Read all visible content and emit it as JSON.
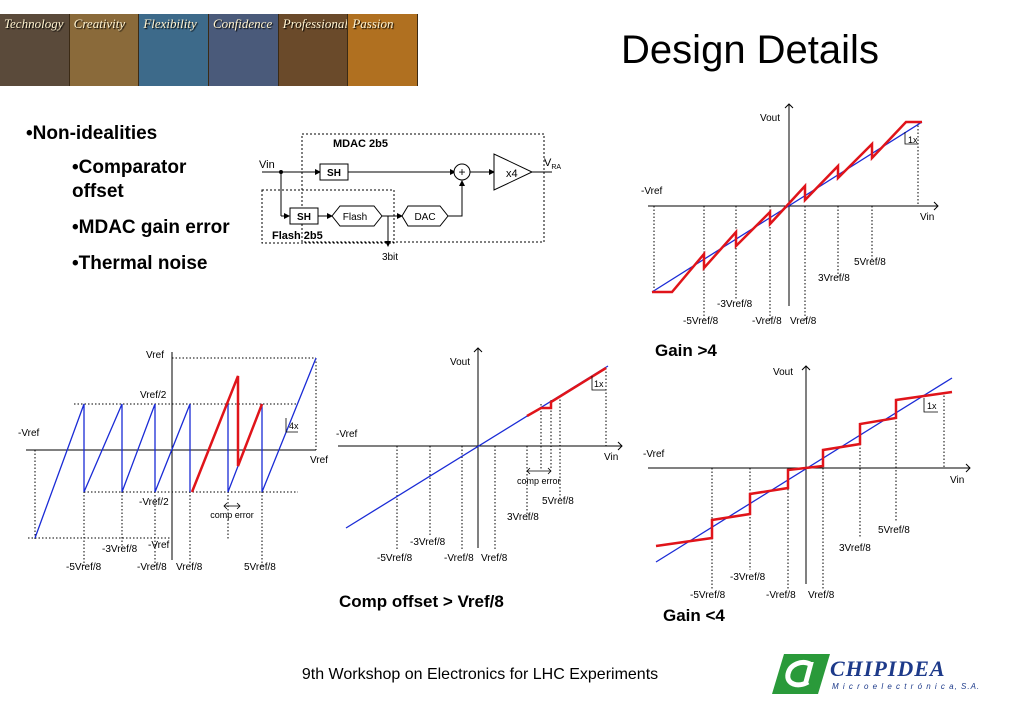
{
  "banner": {
    "panels": [
      {
        "label": "Technology",
        "color": "#5a4a3a"
      },
      {
        "label": "Creativity",
        "color": "#8a6a3a"
      },
      {
        "label": "Flexibility",
        "color": "#3d6a8a"
      },
      {
        "label": "Confidence",
        "color": "#4a5a7a"
      },
      {
        "label": "Professional",
        "color": "#6a4a2a"
      },
      {
        "label": "Passion",
        "color": "#b07020"
      }
    ]
  },
  "slide": {
    "title": "Design Details",
    "footer": "9th Workshop on Electronics for LHC Experiments"
  },
  "bullets": {
    "main": "•Non-idealities",
    "sub": [
      "•Comparator offset",
      "•MDAC gain error",
      "•Thermal noise"
    ]
  },
  "block_diagram": {
    "mdac_label": "MDAC 2b5",
    "flash_label": "Flash 2b5",
    "vin": "Vin",
    "sh": "SH",
    "flash": "Flash",
    "dac": "DAC",
    "gain": "x4",
    "plus": "+",
    "output_v": "V",
    "output_sub": "RA",
    "bits": "3bit"
  },
  "plot_gain_high": {
    "caption": "Gain >4",
    "vout": "Vout",
    "vin": "Vin",
    "neg_vref": "-Vref",
    "unity": "1x",
    "ticks_pos": [
      "5Vref/8",
      "3Vref/8"
    ],
    "ticks_neg": [
      "-3Vref/8",
      "-5Vref/8",
      "-Vref/8",
      "Vref/8"
    ]
  },
  "plot_transfer": {
    "vref_top": "Vref",
    "vref_half": "Vref/2",
    "neg_vref_half": "-Vref/2",
    "neg_vref_left": "-Vref",
    "neg_vref_bottom": "-Vref",
    "vref_right": "Vref",
    "gain": "4x",
    "comp_error": "comp error",
    "ticks": [
      "-3Vref/8",
      "-5Vref/8",
      "-Vref/8",
      "Vref/8",
      "5Vref/8"
    ]
  },
  "plot_offset": {
    "caption": "Comp offset > Vref/8",
    "vout": "Vout",
    "vin": "Vin",
    "neg_vref": "-Vref",
    "unity": "1x",
    "comp_error": "comp error",
    "ticks_pos": [
      "5Vref/8",
      "3Vref/8"
    ],
    "ticks_neg": [
      "-3Vref/8",
      "-5Vref/8",
      "-Vref/8",
      "Vref/8"
    ]
  },
  "plot_gain_low": {
    "caption": "Gain <4",
    "vout": "Vout",
    "vin": "Vin",
    "neg_vref": "-Vref",
    "unity": "1x",
    "ticks_pos": [
      "5Vref/8",
      "3Vref/8"
    ],
    "ticks_neg": [
      "-3Vref/8",
      "-5Vref/8",
      "-Vref/8",
      "Vref/8"
    ]
  },
  "logo": {
    "brand": "CHIPIDEA",
    "sub": "M i c r o e l e c t r ó n i c a, S.A.",
    "green": "#2a9a3a",
    "blue": "#1d3a8a"
  },
  "colors": {
    "red": "#e0141a",
    "blue": "#1a2bd6"
  }
}
